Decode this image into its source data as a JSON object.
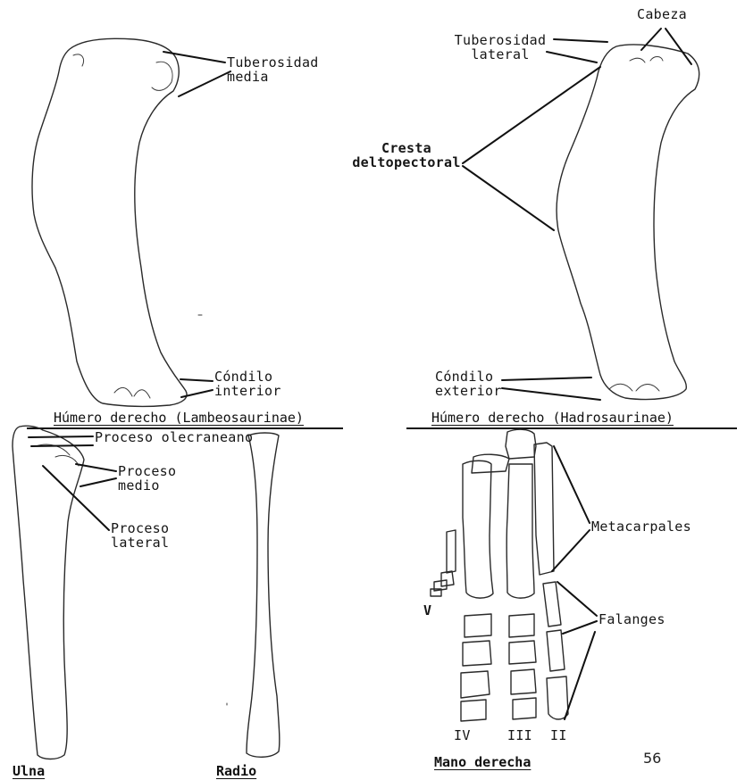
{
  "labels": {
    "tuberosidad_media": "Tuberosidad\nmedia",
    "cabeza": "Cabeza",
    "tuberosidad_lateral": "Tuberosidad\nlateral",
    "cresta": "Cresta\ndeltopectoral",
    "condilo_interior": "Cóndilo\ninterior",
    "condilo_exterior": "Cóndilo\nexterior",
    "proceso_olecraneano": "Proceso olecraneano",
    "proceso_medio": "Proceso\nmedio",
    "proceso_lateral": "Proceso\nlateral",
    "metacarpales": "Metacarpales",
    "falanges": "Falanges",
    "digit_v": "V",
    "digit_iv": "IV",
    "digit_iii": "III",
    "digit_ii": "II"
  },
  "captions": {
    "humero_lambeo": "Húmero derecho (Lambeosaurinae)",
    "humero_hadro": "Húmero derecho (Hadrosaurinae)",
    "ulna": "Ulna",
    "radio": "Radio",
    "mano": "Mano derecha"
  },
  "page_number": "56"
}
